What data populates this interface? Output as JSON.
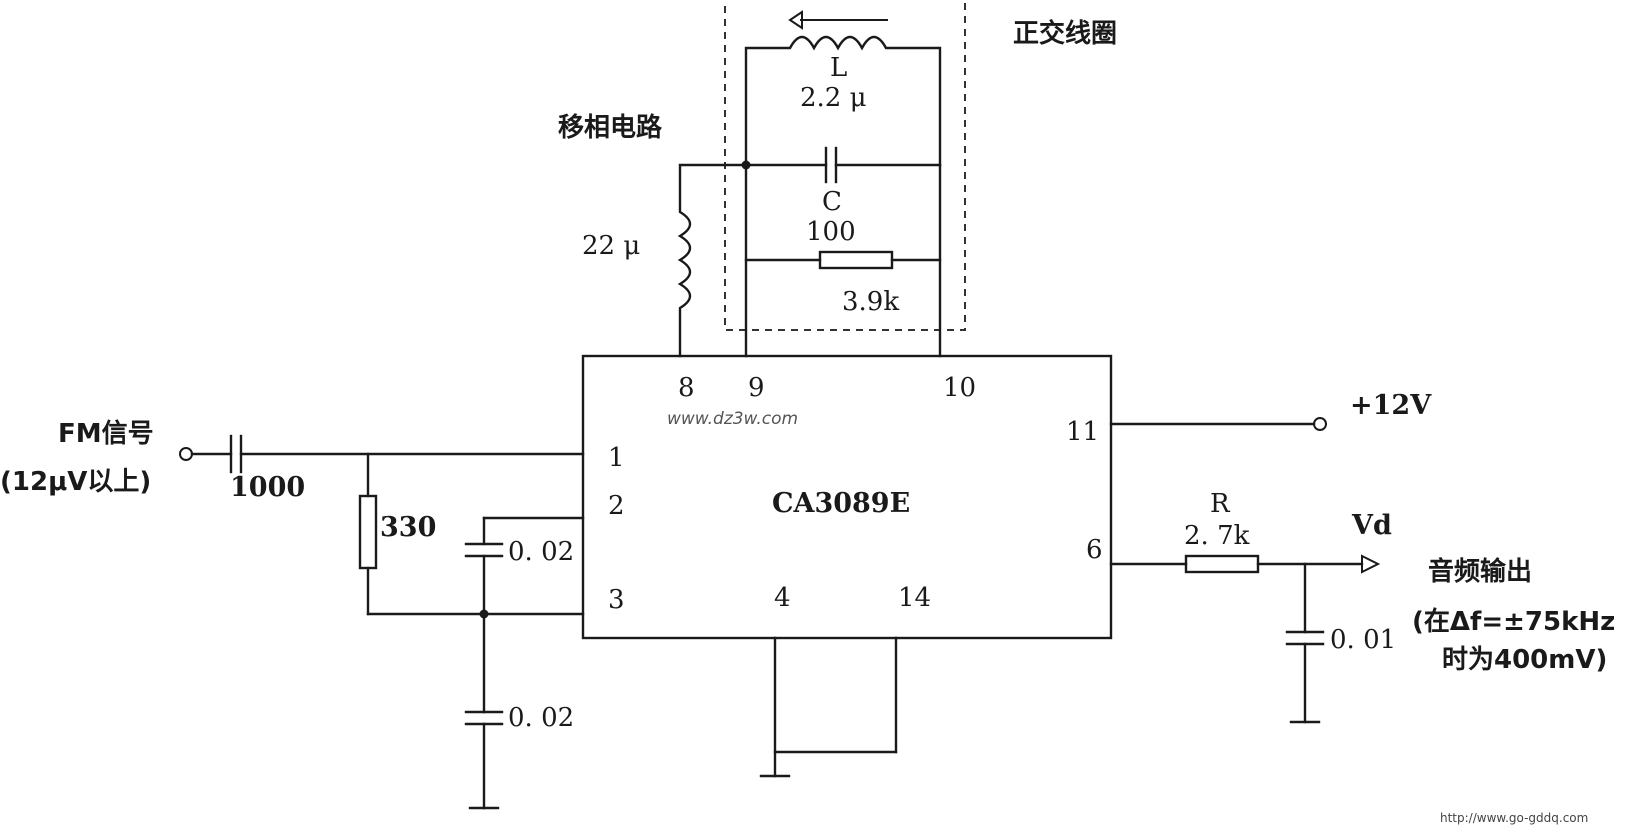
{
  "title_quadrature_coil": "正交线圈",
  "title_phase_shift": "移相电路",
  "ic": {
    "name": "CA3089E"
  },
  "pins": [
    "8",
    "9",
    "10",
    "11",
    "1",
    "2",
    "3",
    "4",
    "14",
    "6"
  ],
  "components": {
    "L_name": "L",
    "L_value": "2.2 μ",
    "C_name": "C",
    "C_value": "100",
    "R_parallel": "3.9k",
    "L_phase": "22 μ",
    "C_input": "1000",
    "R_input": "330",
    "C_pin2": "0. 02",
    "C_pin3": "0. 02",
    "R_out_name": "R",
    "R_out_value": "2. 7k",
    "C_out": "0. 01"
  },
  "signals": {
    "input_name": "FM信号",
    "input_level": "(12μV以上)",
    "supply": "+12V",
    "output_name": "Vd",
    "output_desc": "音频输出",
    "output_cond1": "(在Δf=±75kHz",
    "output_cond2": "时为400mV)"
  },
  "watermarks": {
    "center": "www.dz3w.com",
    "corner": "http://www.go-gddq.com"
  }
}
